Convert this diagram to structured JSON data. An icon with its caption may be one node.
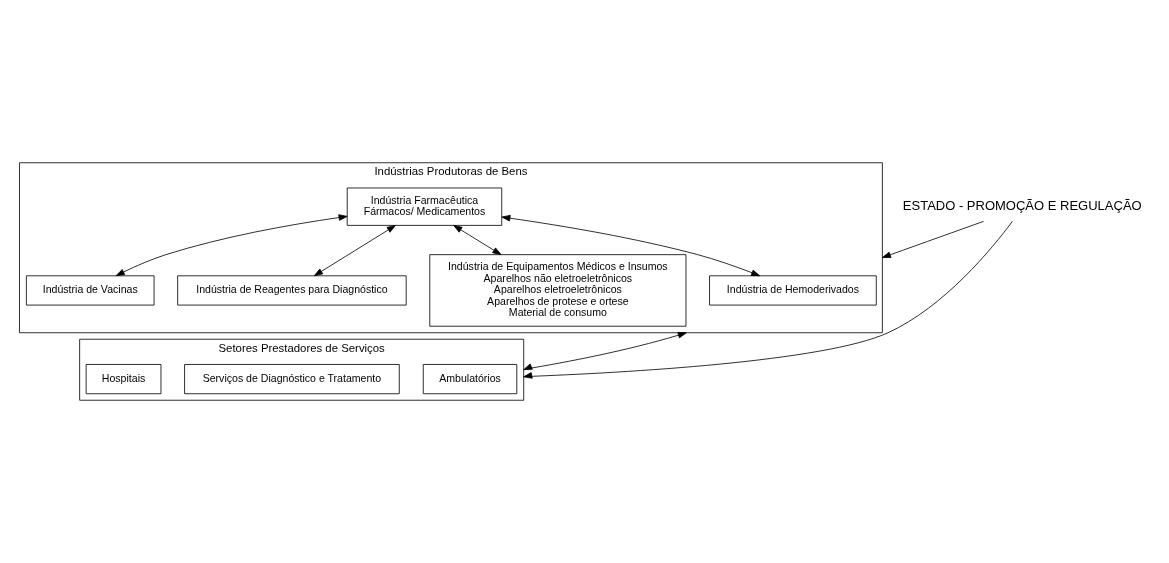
{
  "diagram": {
    "nodes": [
      {
        "text": [
          "ESTADO - PROMOÇÃO E REGULAÇÃO"
        ]
      },
      {
        "text": [
          "Indústrias Produtoras de Bens"
        ]
      },
      {
        "text": [
          "Indústria Farmacêutica",
          "Fármacos/ Medicamentos"
        ],
        "in": 1
      },
      {
        "text": [
          "Indústria de Vacinas"
        ],
        "in": 1
      },
      {
        "text": [
          "Indústria de Hemoderivados"
        ],
        "in": 1
      },
      {
        "text": [
          "Indústria de Reagentes para Diagnóstico"
        ],
        "in": 1
      },
      {
        "text": [
          "Indústria de Equipamentos Médicos e Insumos",
          "Aparelhos não eletroeletrônicos",
          "Aparelhos eletroeletrônicos",
          "Aparelhos de protese e ortese",
          "Material de consumo"
        ],
        "in": 1
      },
      {
        "text": [
          "Setores Prestadores de Serviços"
        ]
      },
      {
        "text": [
          "Hospitais"
        ],
        "in": 7
      },
      {
        "text": [
          "Ambulatórios"
        ],
        "in": 7
      },
      {
        "text": [
          "Serviços de Diagnóstico e Tratamento"
        ],
        "in": 7
      }
    ],
    "edges": [
      {
        "from": 0,
        "to": 1,
        "arrow": "to"
      },
      {
        "from": 0,
        "to": 7,
        "arrow": "to"
      },
      {
        "from": 2,
        "to": 3,
        "arrow": "both"
      },
      {
        "from": 2,
        "to": 4,
        "arrow": "both"
      },
      {
        "from": 2,
        "to": 5,
        "arrow": "both"
      },
      {
        "from": 2,
        "to": 6,
        "arrow": "both"
      },
      {
        "from": 1,
        "to": 7,
        "arrow": "both"
      }
    ]
  }
}
